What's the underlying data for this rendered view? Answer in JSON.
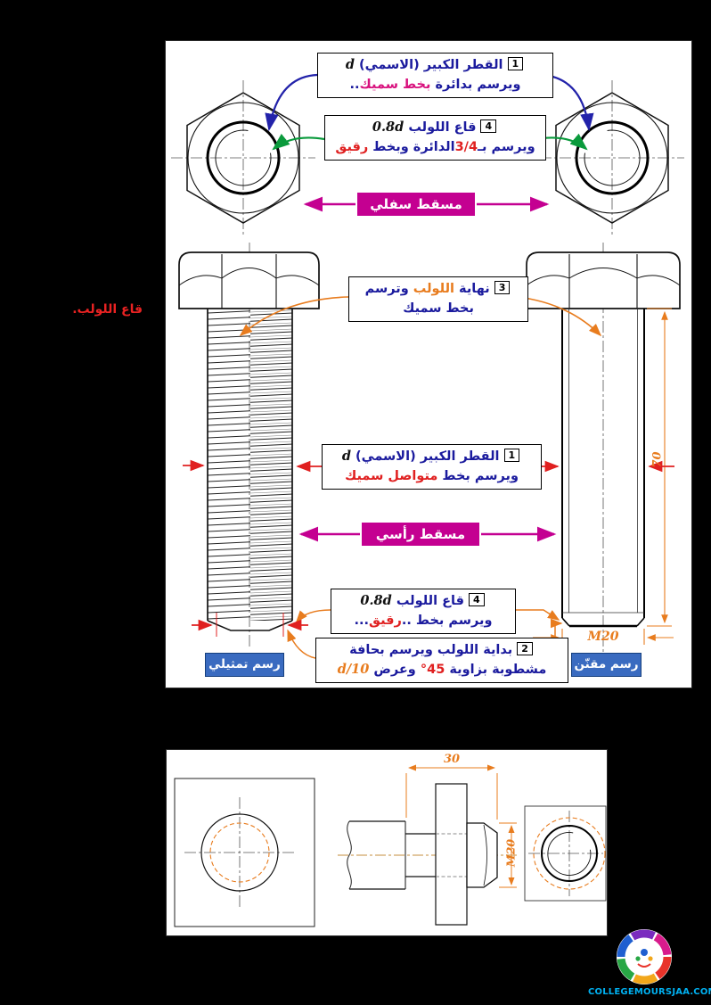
{
  "page": {
    "site_credit": "COLLEGEMOURSJAA.COM"
  },
  "side_note": "قاع اللولب.",
  "view_labels": {
    "bottom": "مسقط سفلي",
    "front": "مسقط رأسي"
  },
  "drawing_labels": {
    "pictorial": "رسم تمثيلي",
    "standard": "رسم مقنّن"
  },
  "callouts": {
    "major_top": {
      "num": "1",
      "l1_text": "القطر الكبير (الاسمي)",
      "l1_sym": "d",
      "l2_a": "ويرسم بدائرة",
      "l2_b": "بخط سميك",
      "l2_c": ".."
    },
    "root_top": {
      "num": "4",
      "l1_text": "قاع اللولب",
      "l1_sym": "0.8d",
      "l2_a": "ويرسم بـ",
      "l2_b": "3/4",
      "l2_c": "الدائرة وبخط",
      "l2_d": "رقيق"
    },
    "end_thread": {
      "num": "3",
      "l1_a": "نهاية",
      "l1_b": "اللولب",
      "l1_c": "وترسم",
      "l2": "بخط سميك"
    },
    "major_front": {
      "num": "1",
      "l1_text": "القطر الكبير (الاسمي)",
      "l1_sym": "d",
      "l2_a": "ويرسم بخط",
      "l2_b": "متواصل سميك"
    },
    "root_front": {
      "num": "4",
      "l1_text": "قاع اللولب",
      "l1_sym": "0.8d",
      "l2_a": "ويرسم بخط ..",
      "l2_b": "رقيق",
      "l2_c": "..."
    },
    "start_thread": {
      "num": "2",
      "l1": "بداية اللولب ويرسم بحافة",
      "l2_a": "مشطوبة بزاوية",
      "l2_b": "45°",
      "l2_c": "وعرض",
      "l2_d": "d/10"
    }
  },
  "dimensions": {
    "bolt_length": "70",
    "thread_main": "M20",
    "grip_length": "30",
    "thread_bottom": "M20"
  },
  "colors": {
    "navy_text": "#1b1b9e",
    "red_text": "#e02020",
    "magenta_label": "#c40091",
    "orange_dim": "#e87c1e",
    "green_arrow": "#0a9a3c",
    "blue_label": "#3a6bc0",
    "credit_cyan": "#00b0f0"
  }
}
